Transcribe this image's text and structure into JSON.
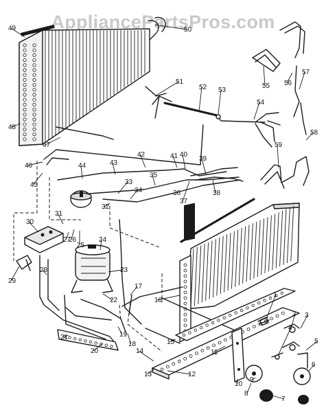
{
  "watermark": "AppliancePartsPros.com",
  "callouts": [
    "1",
    "2",
    "3",
    "4",
    "5",
    "6",
    "7",
    "8",
    "9",
    "10",
    "11",
    "12",
    "13",
    "14",
    "15",
    "16",
    "17",
    "18",
    "19",
    "20",
    "21",
    "22",
    "23",
    "24",
    "25",
    "26",
    "27",
    "28",
    "29",
    "30",
    "31",
    "32",
    "33",
    "34",
    "35",
    "36",
    "37",
    "38",
    "39",
    "40",
    "41",
    "42",
    "43",
    "44",
    "45",
    "46",
    "47",
    "48",
    "49",
    "50",
    "51",
    "52",
    "53",
    "54",
    "55",
    "56",
    "57",
    "58",
    "59"
  ]
}
